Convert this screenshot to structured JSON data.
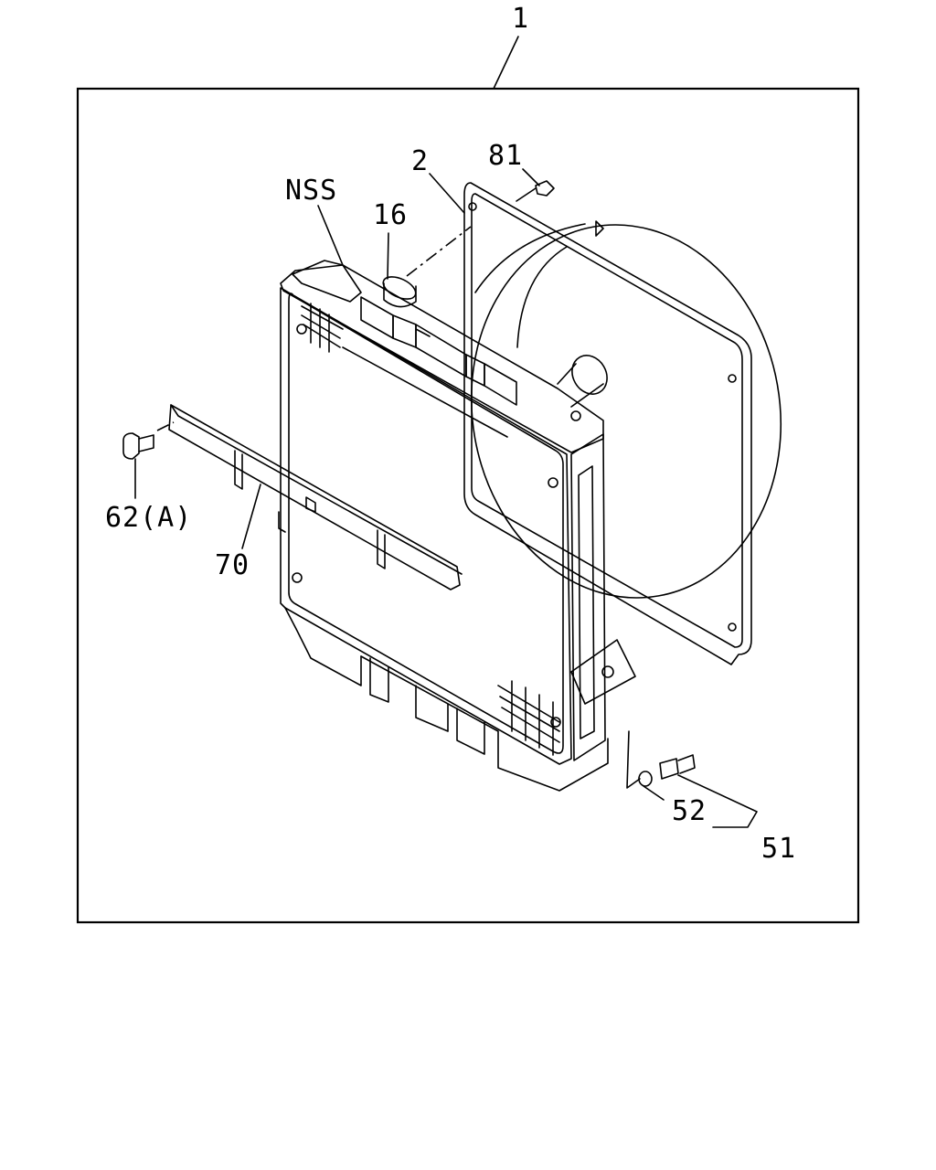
{
  "callouts": {
    "assembly": "1",
    "shroud": "2",
    "nut_top": "81",
    "nss": "NSS",
    "cap": "16",
    "bolt_left": "62(A)",
    "bracket": "70",
    "washer": "52",
    "drain_cock": "51"
  }
}
